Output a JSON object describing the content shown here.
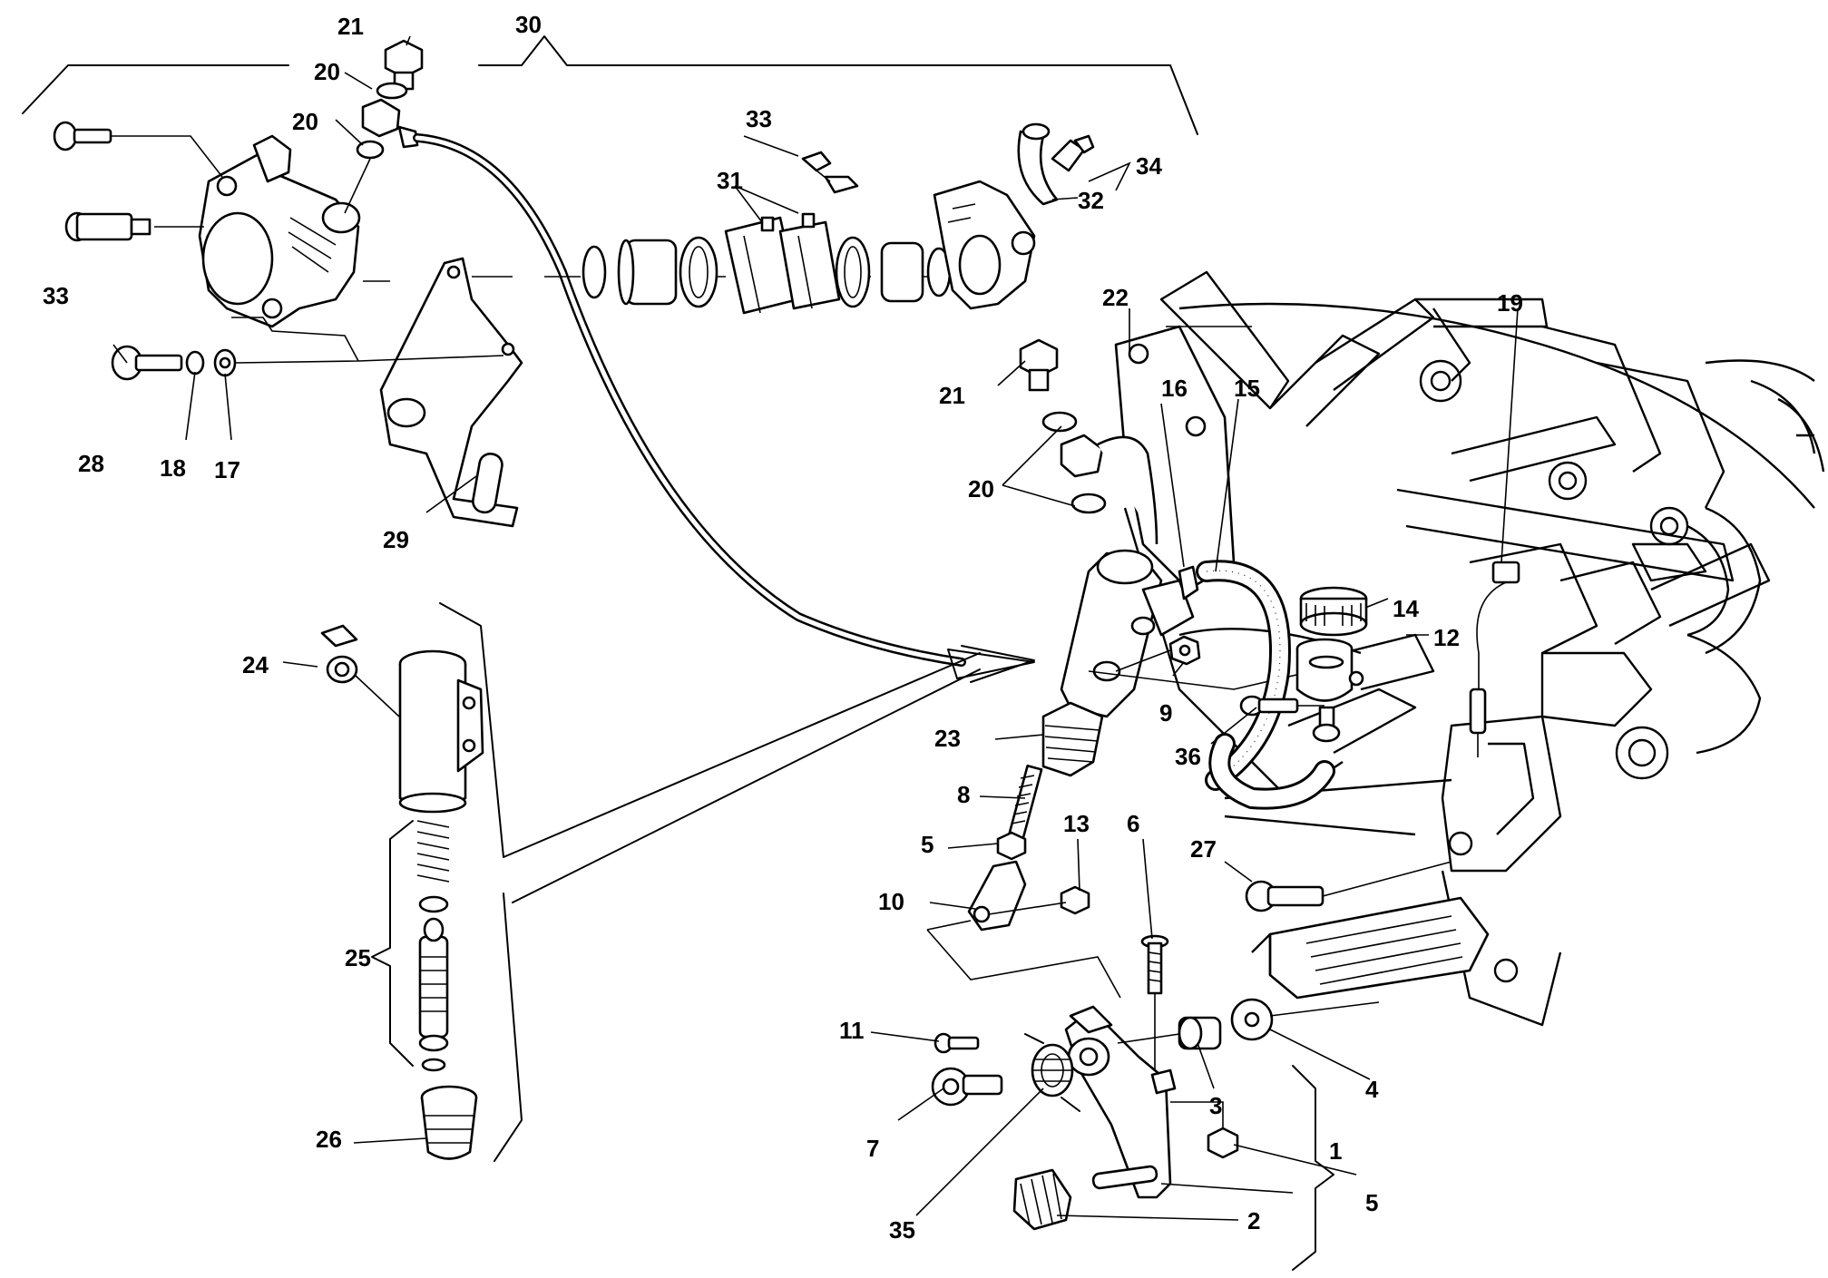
{
  "diagram": {
    "callouts": [
      {
        "id": "c21a",
        "label": "21"
      },
      {
        "id": "c30",
        "label": "30"
      },
      {
        "id": "c20a",
        "label": "20"
      },
      {
        "id": "c20b",
        "label": "20"
      },
      {
        "id": "c33a",
        "label": "33"
      },
      {
        "id": "c33b",
        "label": "33"
      },
      {
        "id": "c31",
        "label": "31"
      },
      {
        "id": "c34",
        "label": "34"
      },
      {
        "id": "c32",
        "label": "32"
      },
      {
        "id": "c28",
        "label": "28"
      },
      {
        "id": "c18",
        "label": "18"
      },
      {
        "id": "c17",
        "label": "17"
      },
      {
        "id": "c29",
        "label": "29"
      },
      {
        "id": "c22",
        "label": "22"
      },
      {
        "id": "c19",
        "label": "19"
      },
      {
        "id": "c21b",
        "label": "21"
      },
      {
        "id": "c16",
        "label": "16"
      },
      {
        "id": "c15",
        "label": "15"
      },
      {
        "id": "c20c",
        "label": "20"
      },
      {
        "id": "c14",
        "label": "14"
      },
      {
        "id": "c12",
        "label": "12"
      },
      {
        "id": "c24",
        "label": "24"
      },
      {
        "id": "c9",
        "label": "9"
      },
      {
        "id": "c36",
        "label": "36"
      },
      {
        "id": "c23",
        "label": "23"
      },
      {
        "id": "c8",
        "label": "8"
      },
      {
        "id": "c13",
        "label": "13"
      },
      {
        "id": "c6",
        "label": "6"
      },
      {
        "id": "c27",
        "label": "27"
      },
      {
        "id": "c5a",
        "label": "5"
      },
      {
        "id": "c10",
        "label": "10"
      },
      {
        "id": "c25",
        "label": "25"
      },
      {
        "id": "c11",
        "label": "11"
      },
      {
        "id": "c4",
        "label": "4"
      },
      {
        "id": "c7",
        "label": "7"
      },
      {
        "id": "c3",
        "label": "3"
      },
      {
        "id": "c1",
        "label": "1"
      },
      {
        "id": "c26",
        "label": "26"
      },
      {
        "id": "c5b",
        "label": "5"
      },
      {
        "id": "c35",
        "label": "35"
      },
      {
        "id": "c2",
        "label": "2"
      }
    ]
  }
}
